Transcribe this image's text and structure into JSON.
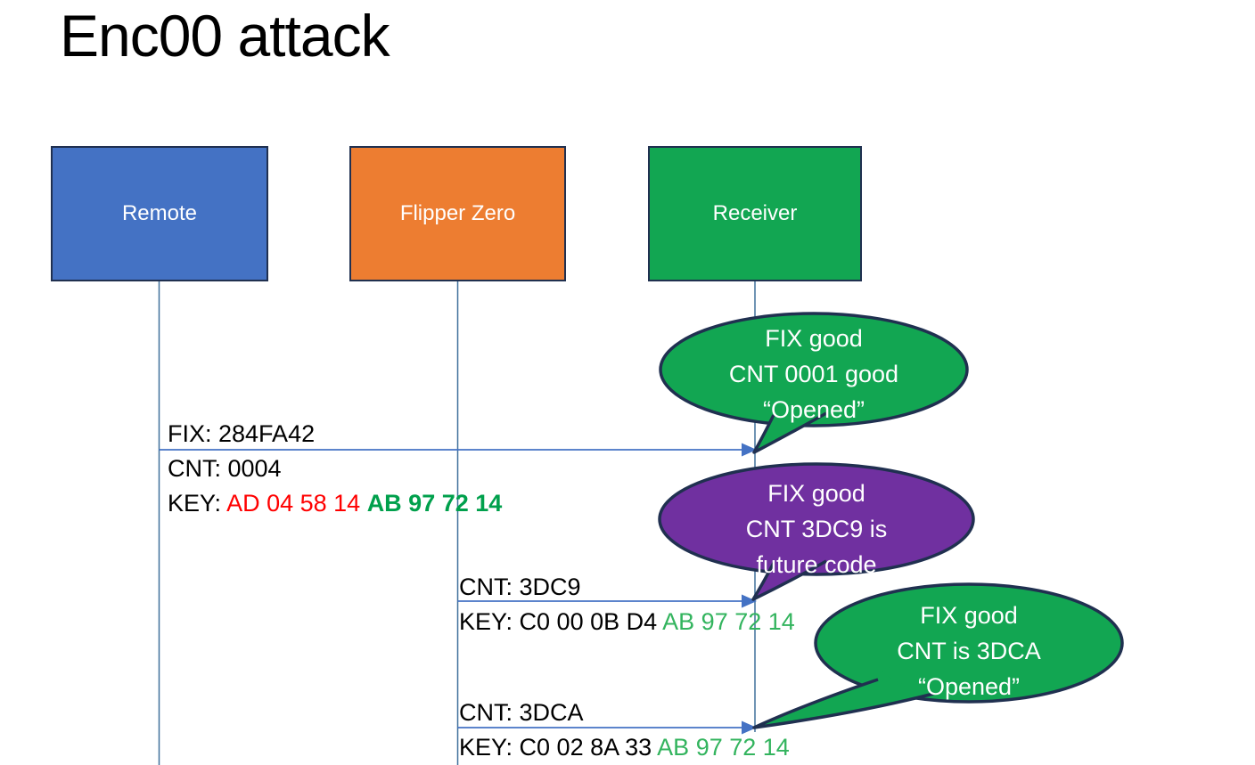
{
  "title": "Enc00 attack",
  "colors": {
    "remote_blue": "#4472C4",
    "flipper_orange": "#ED7D31",
    "receiver_green": "#12A652",
    "bubble_green": "#12A652",
    "bubble_purple": "#7030A0",
    "shape_border_navy": "#203050",
    "arrow_blue": "#4472C4",
    "key_red_text": "#FF0000",
    "key_green_bold_text": "#00A04C",
    "key_green_text": "#33B45E"
  },
  "actors": [
    {
      "label": "Remote"
    },
    {
      "label": "Flipper Zero"
    },
    {
      "label": "Receiver"
    }
  ],
  "messages": [
    {
      "fix": "FIX: 284FA42",
      "cnt": "CNT: 0004",
      "key_label": "KEY: ",
      "key_red": "AD 04 58 14 ",
      "key_green": "AB 97 72 14"
    },
    {
      "cnt": "CNT: 3DC9",
      "key_label": "KEY: C0 00 0B D4 ",
      "key_green": "AB 97 72 14"
    },
    {
      "cnt": "CNT: 3DCA",
      "key_label": "KEY: C0 02 8A 33 ",
      "key_green": "AB 97 72 14"
    }
  ],
  "bubbles": [
    {
      "line1": "FIX good",
      "line2": "CNT 0001 good",
      "line3": "“Opened”"
    },
    {
      "line1": "FIX good",
      "line2": "CNT 3DC9 is",
      "line3": "future code"
    },
    {
      "line1": "FIX good",
      "line2": "CNT is 3DCA",
      "line3": "“Opened”"
    }
  ]
}
